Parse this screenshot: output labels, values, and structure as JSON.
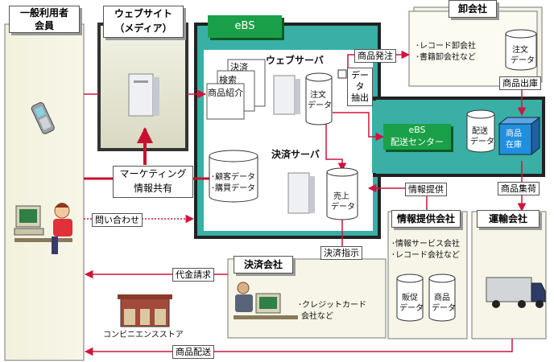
{
  "member": {
    "title_l1": "一般利用者",
    "title_l2": "会員"
  },
  "website": {
    "title_l1": "ウェブサイト",
    "title_l2": "（メディア）"
  },
  "ebs": {
    "title": "eBS"
  },
  "web_server": {
    "title": "ウェブサーバ",
    "docs": [
      "決済",
      "検索",
      "商品紹介"
    ],
    "db_l1": "注文",
    "db_l2": "データ"
  },
  "data_extract": {
    "l1": "データ",
    "l2": "抽出"
  },
  "distribution_center": {
    "l1": "eBS",
    "l2": "配送センター"
  },
  "delivery_db": {
    "l1": "配送",
    "l2": "データ"
  },
  "stock": {
    "l1": "商品",
    "l2": "在庫"
  },
  "payment_server": {
    "title": "決済サーバ",
    "db_l1": "売上",
    "db_l2": "データ"
  },
  "customer_db": {
    "l1": "･顧客データ",
    "l2": "･購買データ"
  },
  "marketing": {
    "l1": "マーケティング",
    "l2": "情報共有"
  },
  "wholesaler": {
    "title": "卸会社",
    "items": [
      "･レコード卸会社",
      "･書籍卸会社など"
    ],
    "db_l1": "注文",
    "db_l2": "データ"
  },
  "info_provider": {
    "title": "情報提供会社",
    "items": [
      "･情報サービス会社",
      "･レコード会社など"
    ],
    "db1_l1": "販促",
    "db1_l2": "データ",
    "db2_l1": "商品",
    "db2_l2": "データ"
  },
  "carrier": {
    "title": "運輸会社"
  },
  "payment_company": {
    "title": "決済会社",
    "items": [
      "･クレジットカード",
      "会社など"
    ]
  },
  "convenience_store": {
    "label": "コンビニエンスストア"
  },
  "flows": {
    "order": "商品発注",
    "shipment": "商品出庫",
    "info_provision": "情報提供",
    "collection": "商品集荷",
    "inquiry": "問い合わせ",
    "payment_instruction": "決済指示",
    "billing": "代金請求",
    "delivery": "商品配送"
  }
}
